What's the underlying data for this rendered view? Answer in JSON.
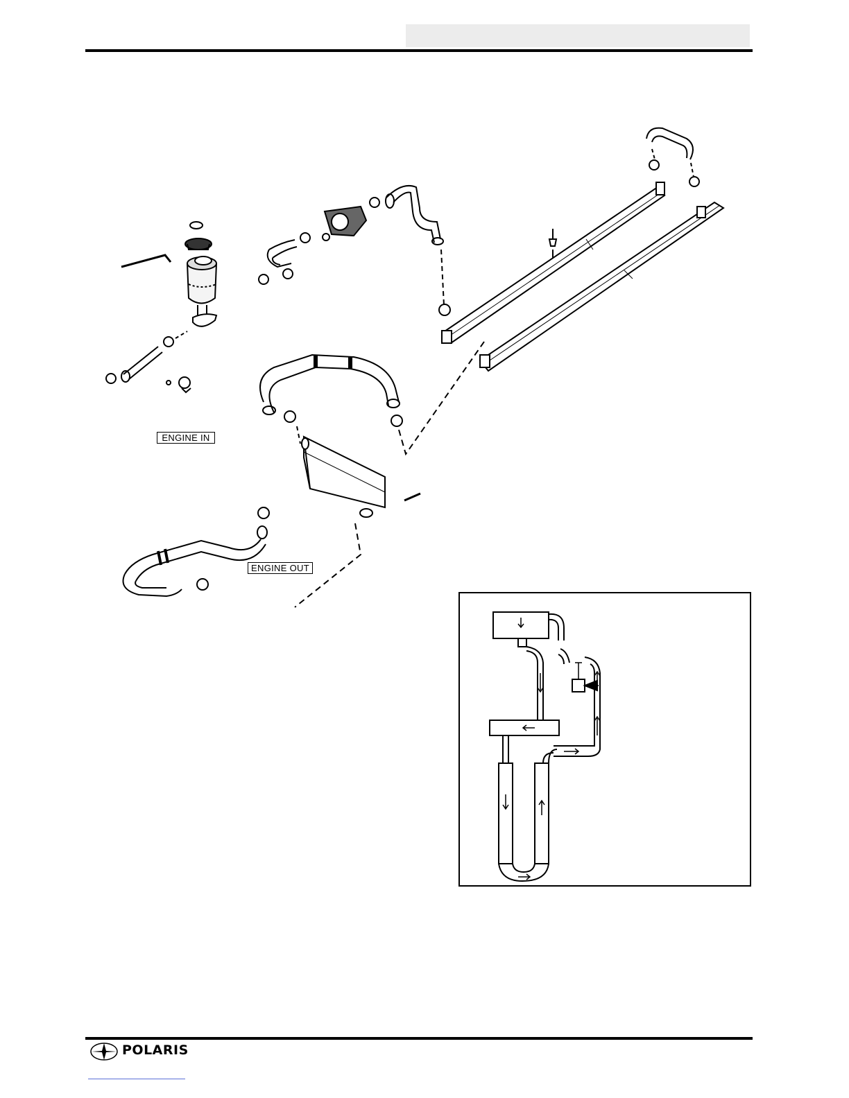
{
  "document": {
    "labels": {
      "engine_in": "ENGINE IN",
      "engine_out": "ENGINE OUT"
    },
    "footer": {
      "brand": "POLARIS"
    }
  },
  "colors": {
    "ink": "#000000",
    "header_box": "#ececec",
    "footer_link": "#5b6fd6"
  }
}
